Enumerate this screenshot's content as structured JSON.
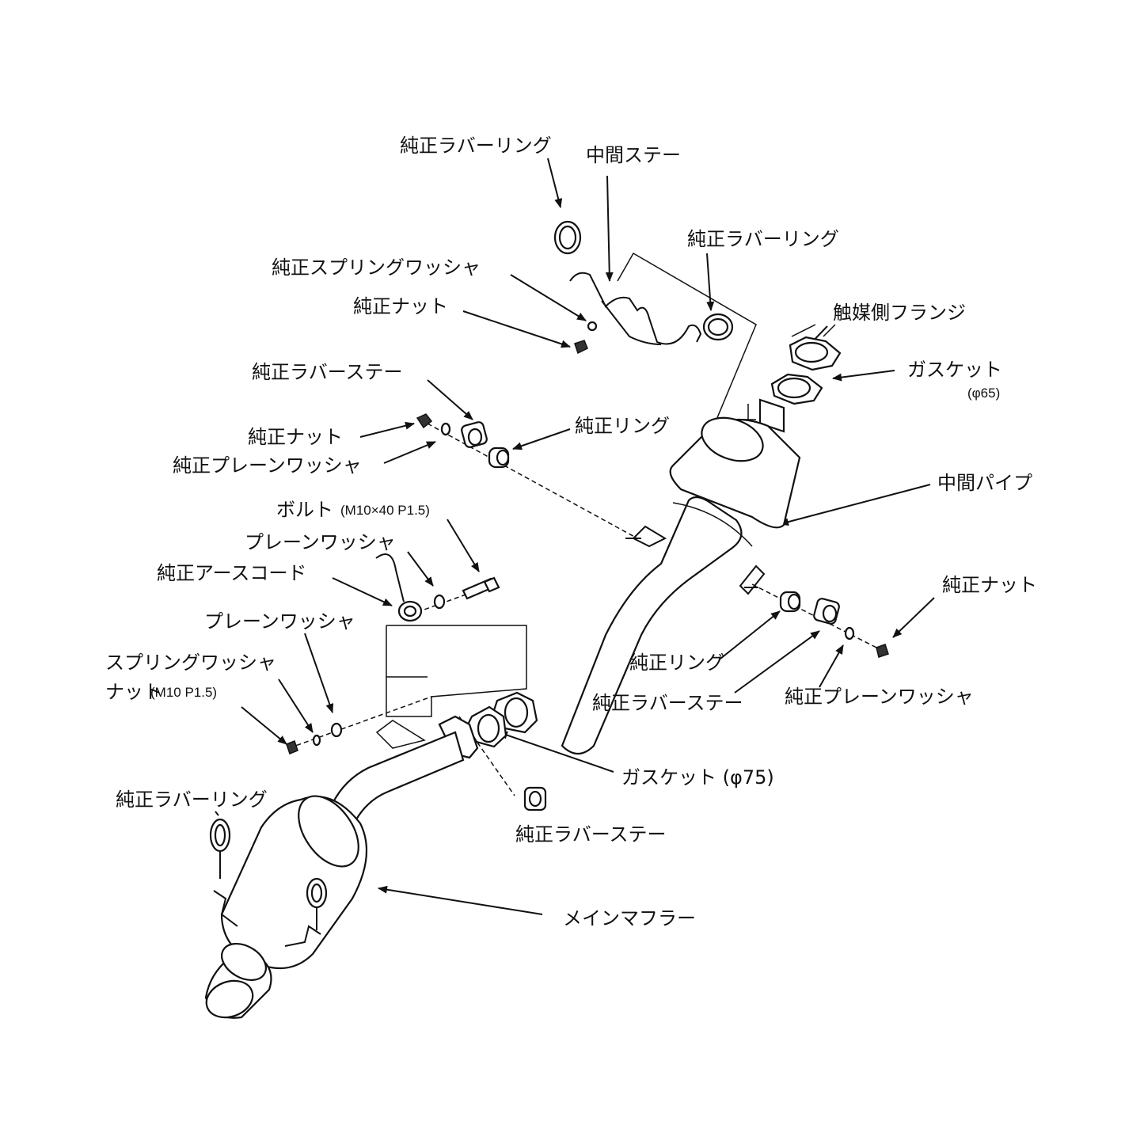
{
  "labels": {
    "rubber_ring_top": "純正ラバーリング",
    "middle_stay": "中間ステー",
    "rubber_ring_right": "純正ラバーリング",
    "spring_washer_oem": "純正スプリングワッシャ",
    "nut_oem_top": "純正ナット",
    "cat_flange": "触媒側フランジ",
    "gasket_65": "ガスケット",
    "gasket_65_size": "(φ65)",
    "rubber_stay_left": "純正ラバーステー",
    "nut_oem_left": "純正ナット",
    "ring_oem_top": "純正リング",
    "plain_washer_oem_left": "純正プレーンワッシャ",
    "middle_pipe": "中間パイプ",
    "bolt": "ボルト",
    "bolt_spec": "(M10×40  P1.5)",
    "plain_washer_1": "プレーンワッシャ",
    "earth_cord": "純正アースコード",
    "nut_oem_right": "純正ナット",
    "plain_washer_2": "プレーンワッシャ",
    "spring_washer": "スプリングワッシャ",
    "nut": "ナット",
    "nut_spec": "(M10 P1.5)",
    "ring_oem_right": "純正リング",
    "rubber_stay_right": "純正ラバーステー",
    "plain_washer_oem_right": "純正プレーンワッシャ",
    "gasket_75": "ガスケット (φ75)",
    "rubber_ring_bottom": "純正ラバーリング",
    "rubber_stay_bottom": "純正ラバーステー",
    "main_muffler": "メインマフラー"
  }
}
